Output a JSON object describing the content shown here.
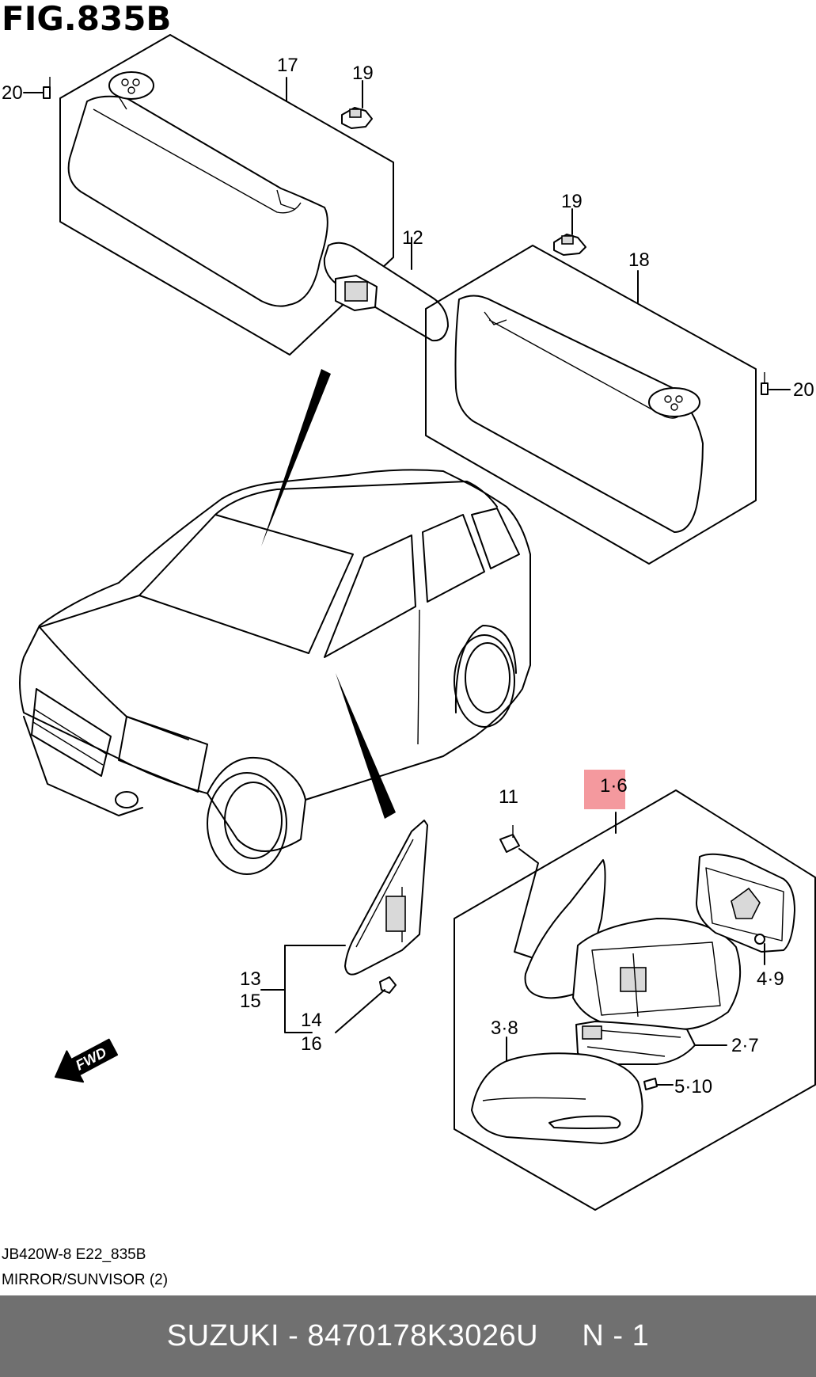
{
  "figure": {
    "title": "FIG.835B",
    "code": "JB420W-8 E22_835B",
    "caption": "MIRROR/SUNVISOR (2)"
  },
  "callouts": {
    "c20_left": "20",
    "c17": "17",
    "c19_top": "19",
    "c12": "12",
    "c19_mid": "19",
    "c18": "18",
    "c20_right": "20",
    "c11": "11",
    "c1_6": "1·6",
    "c13": "13",
    "c15": "15",
    "c14": "14",
    "c16": "16",
    "c3_8": "3·8",
    "c4_9": "4·9",
    "c2_7": "2·7",
    "c5_10": "5·10"
  },
  "fwd_label": "FWD",
  "highlight_color": "#f4999e",
  "footer": {
    "text": "SUZUKI - 8470178K3026U     N - 1",
    "background": "#707070"
  }
}
